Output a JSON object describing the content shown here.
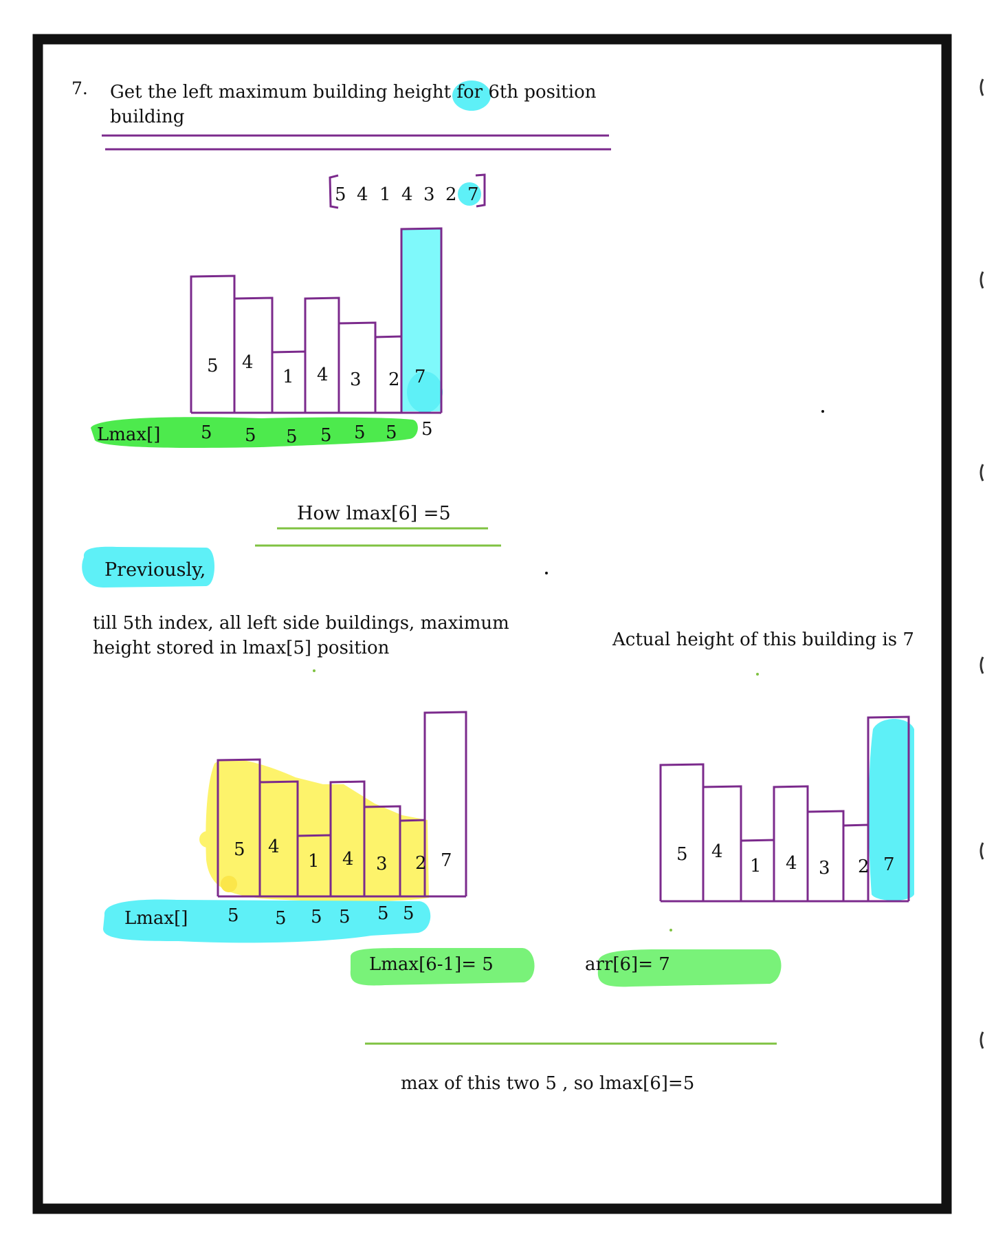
{
  "step_number": "7.",
  "heading": {
    "line1": "Get the left maximum building height for 6th position",
    "line2": "building"
  },
  "array_values": [
    "5",
    "4",
    "1",
    "4",
    "3",
    "2",
    "7"
  ],
  "lmax_label": "Lmax[]",
  "lmax_values": [
    "5",
    "5",
    "5",
    "5",
    "5",
    "5",
    "5"
  ],
  "question": "How lmax[6] =5",
  "previously_label": "Previously,",
  "explanation": {
    "line1": "till 5th index, all left side buildings, maximum",
    "line2": "height stored in lmax[5] position"
  },
  "actual_height_text": "Actual height of this building is 7",
  "lower_left_bars": [
    "5",
    "4",
    "1",
    "4",
    "3",
    "2",
    "7"
  ],
  "lower_left_lmax_label": "Lmax[]",
  "lower_left_lmax_values": [
    "5",
    "5",
    "5",
    "5",
    "5",
    "5"
  ],
  "lower_right_bars": [
    "5",
    "4",
    "1",
    "4",
    "3",
    "2",
    "7"
  ],
  "formula_left": "Lmax[6-1]= 5",
  "formula_right": "arr[6]= 7",
  "conclusion": "max of this two 5 , so lmax[6]=5",
  "colors": {
    "frame": "#111111",
    "bar_outline": "#7b2a8c",
    "cyan_highlight": "#5ef0f7",
    "green_highlight": "#2ee62e",
    "light_green_highlight": "#79f279",
    "yellow_highlight": "#fdf36b",
    "underline_green": "#7fc241"
  }
}
